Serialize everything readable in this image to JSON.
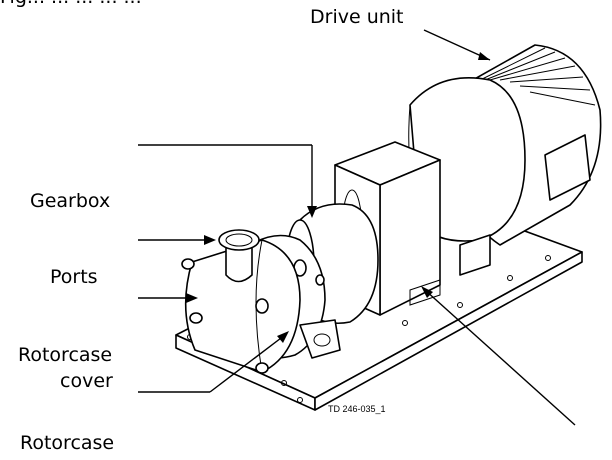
{
  "header_fragment": "Fig... ... ... ... ...",
  "labels": {
    "drive_unit": "Drive unit",
    "gearbox": "Gearbox",
    "ports": "Ports",
    "rotorcase_cover_line1": "Rotorcase",
    "rotorcase_cover_line2": "cover",
    "rotorcase": "Rotorcase"
  },
  "drawing_code": "TD 246-035_1",
  "colors": {
    "line": "#000000",
    "background": "#ffffff"
  }
}
